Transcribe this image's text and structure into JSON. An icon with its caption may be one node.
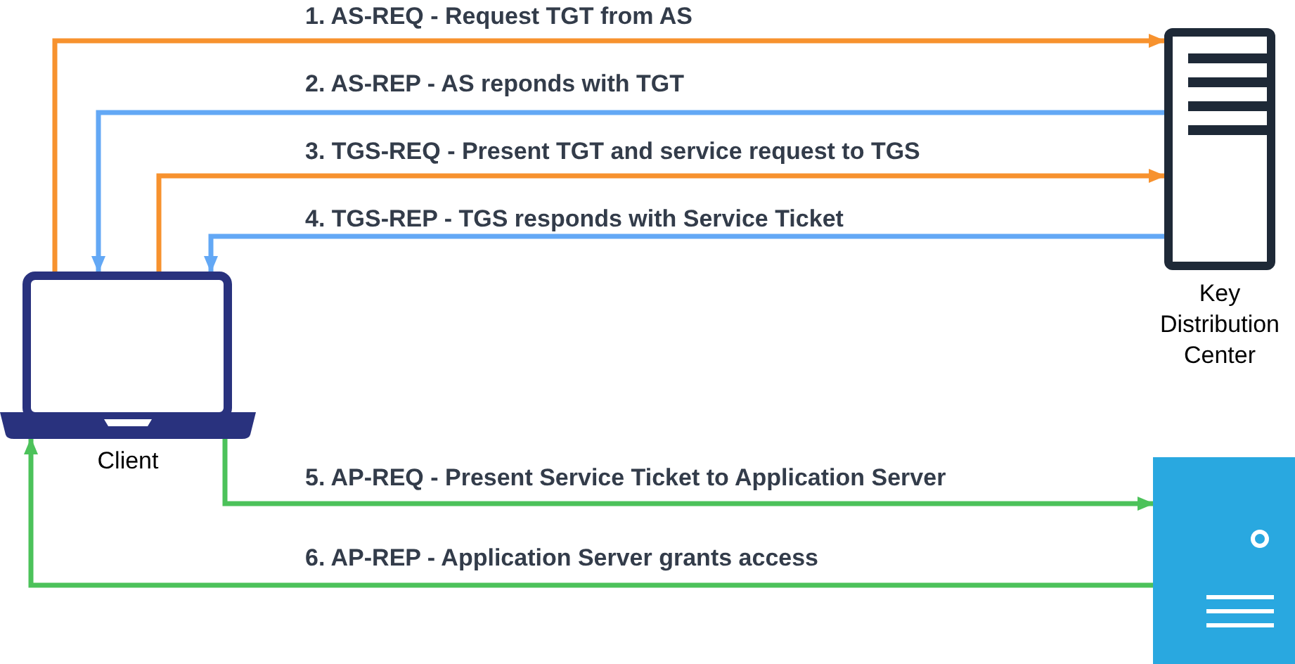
{
  "diagram": {
    "nodes": [
      {
        "text": [
          "Client"
        ]
      },
      {
        "text": [
          "Key Distribution Center"
        ]
      },
      {
        "text": [],
        "shape": "picture"
      }
    ],
    "edges": [
      {
        "from": 0,
        "to": 1,
        "arrow": "to",
        "label": "1. AS-REQ - Request TGT from AS",
        "color": "#f7922e"
      },
      {
        "from": 1,
        "to": 0,
        "arrow": "to",
        "label": "2. AS-REP - AS reponds with TGT",
        "color": "#63a8f5"
      },
      {
        "from": 0,
        "to": 1,
        "arrow": "to",
        "label": "3. TGS-REQ - Present TGT and service request to TGS",
        "color": "#f7922e"
      },
      {
        "from": 1,
        "to": 0,
        "arrow": "to",
        "label": "4. TGS-REP - TGS responds with Service Ticket",
        "color": "#63a8f5"
      },
      {
        "from": 0,
        "to": 2,
        "arrow": "to",
        "label": "5. AP-REQ - Present Service Ticket to Application Server",
        "color": "#4cc25a"
      },
      {
        "from": 2,
        "to": 0,
        "arrow": "to",
        "label": "6. AP-REP - Application Server grants access",
        "color": "#4cc25a"
      }
    ]
  }
}
